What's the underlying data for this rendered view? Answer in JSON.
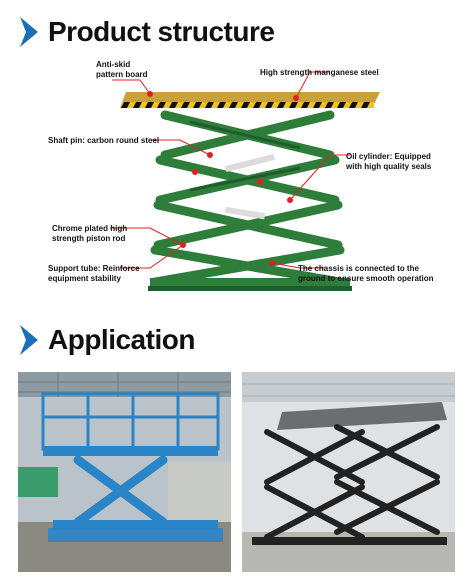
{
  "product_structure": {
    "title": "Product structure",
    "callouts": {
      "anti_skid_1": "Anti-skid",
      "anti_skid_2": "pattern board",
      "manganese": "High strength manganese steel",
      "shaft_pin": "Shaft pin: carbon round steel",
      "oil_cyl_1": "Oil cylinder: Equipped",
      "oil_cyl_2": "with high quality seals",
      "chrome_1": "Chrome plated high",
      "chrome_2": "strength piston rod",
      "support_1": "Support tube: Reinforce",
      "support_2": "equipment stability",
      "chassis_1": "The chassis is connected to the",
      "chassis_2": "ground to ensure smooth operation"
    }
  },
  "application": {
    "title": "Application"
  },
  "colors": {
    "accent_blue": "#1a6fb5",
    "lift_green": "#2e7d3a",
    "lift_blue": "#2a84c8",
    "lift_black": "#222222",
    "marker_red": "#e02020"
  }
}
